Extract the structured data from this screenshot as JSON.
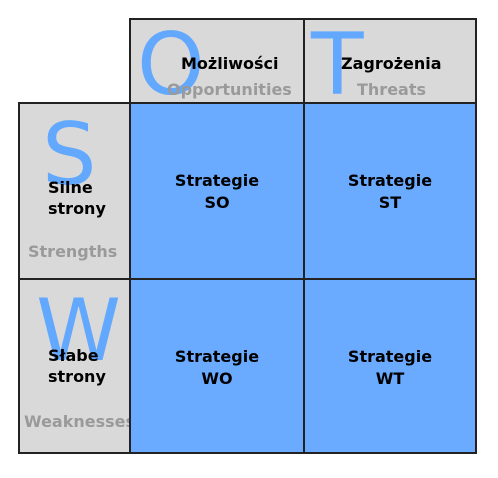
{
  "colors": {
    "header_bg": "#d9d9d9",
    "quadrant_bg": "#6aaaff",
    "big_letter": "#62a8ff",
    "english_label": "#9a9a9a"
  },
  "columns": [
    {
      "letter": "O",
      "label_pl": "Możliwości",
      "label_en": "Opportunities"
    },
    {
      "letter": "T",
      "label_pl": "Zagrożenia",
      "label_en": "Threats"
    }
  ],
  "rows": [
    {
      "letter": "S",
      "label_pl_line1": "Silne",
      "label_pl_line2": "strony",
      "label_en": "Strengths"
    },
    {
      "letter": "W",
      "label_pl_line1": "Słabe",
      "label_pl_line2": "strony",
      "label_en": "Weaknesses"
    }
  ],
  "quadrants": [
    {
      "line1": "Strategie",
      "line2": "SO"
    },
    {
      "line1": "Strategie",
      "line2": "ST"
    },
    {
      "line1": "Strategie",
      "line2": "WO"
    },
    {
      "line1": "Strategie",
      "line2": "WT"
    }
  ]
}
